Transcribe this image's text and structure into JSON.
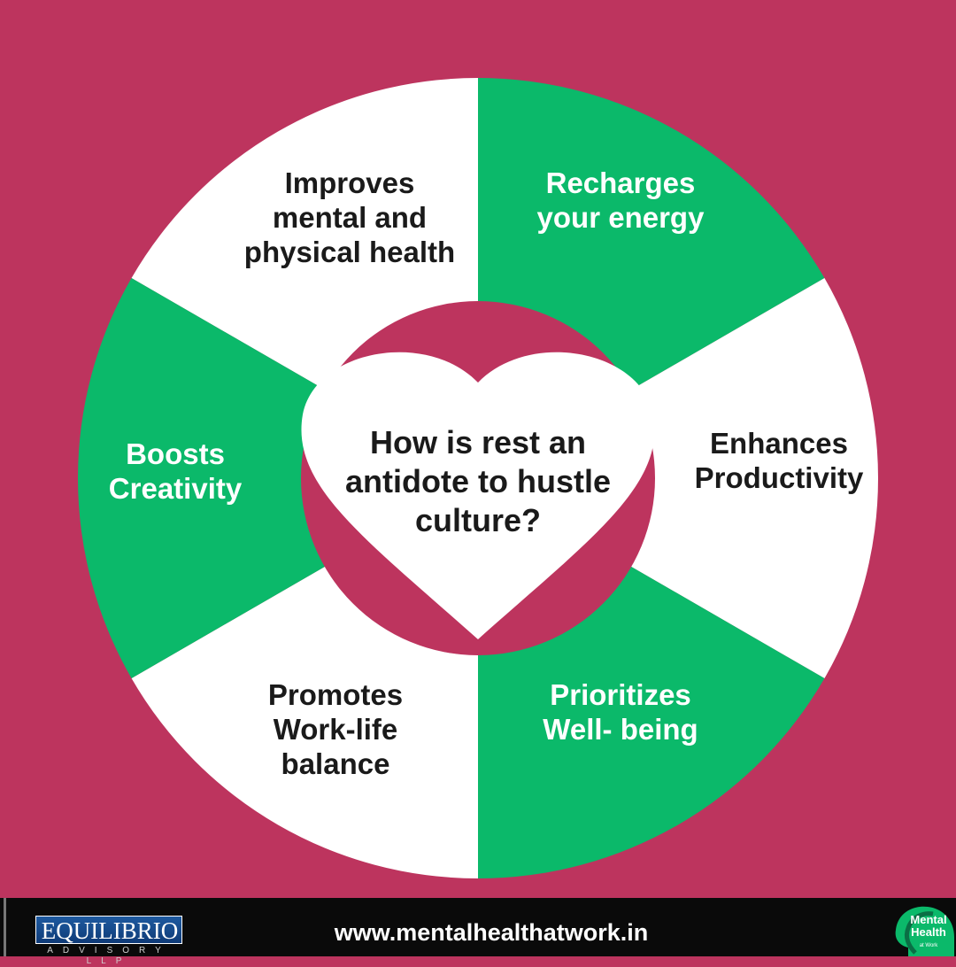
{
  "colors": {
    "background": "#bd345e",
    "green": "#0bb96a",
    "white": "#ffffff",
    "dark_text": "#1a1a1a",
    "footer": "#0a0a0a"
  },
  "center": {
    "question": "How is rest an\nantidote to hustle\nculture?",
    "icon": "heart-icon"
  },
  "segments": [
    {
      "id": "improves-health",
      "label": "Improves\nmental and\nphysical health",
      "fill": "white"
    },
    {
      "id": "recharges-energy",
      "label": "Recharges\nyour energy",
      "fill": "green"
    },
    {
      "id": "enhances-productivity",
      "label": "Enhances\nProductivity",
      "fill": "white"
    },
    {
      "id": "prioritizes-wellbeing",
      "label": "Prioritizes\nWell- being",
      "fill": "green"
    },
    {
      "id": "promotes-balance",
      "label": "Promotes\nWork-life\nbalance",
      "fill": "white"
    },
    {
      "id": "boosts-creativity",
      "label": "Boosts\nCreativity",
      "fill": "green"
    }
  ],
  "footer": {
    "left_logo_word": "EQUILIBRIO",
    "left_logo_sub": "ADVISORY LLP",
    "website": "www.mentalhealthatwork.in",
    "right_logo_text": "Mental\nHealth",
    "right_logo_small": "at Work",
    "right_logo_icon": "head-silhouette-icon"
  }
}
